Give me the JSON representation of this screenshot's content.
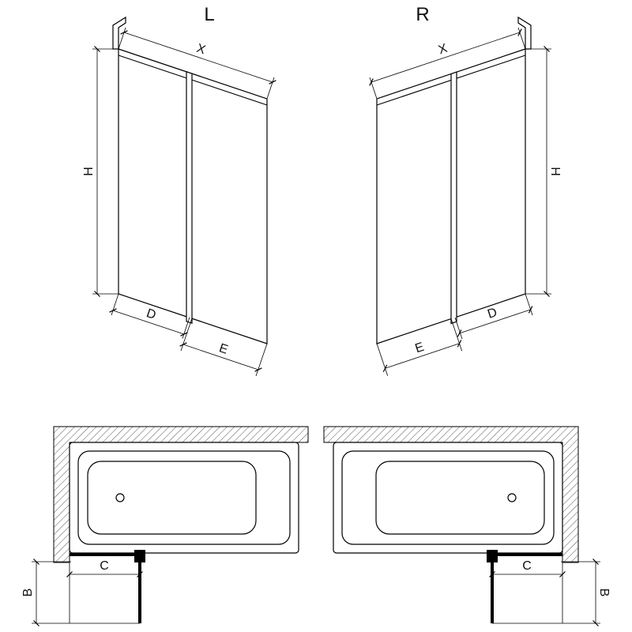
{
  "elevation_left": {
    "title": "L",
    "dims": {
      "width": "X",
      "height": "H",
      "fixed_panel": "D",
      "door_panel": "E"
    }
  },
  "elevation_right": {
    "title": "R",
    "dims": {
      "width": "X",
      "height": "H",
      "fixed_panel": "D",
      "door_panel": "E"
    }
  },
  "plan_left": {
    "dims": {
      "screen_length": "C",
      "door_projection": "B"
    }
  },
  "plan_right": {
    "dims": {
      "screen_length": "C",
      "door_projection": "B"
    }
  },
  "colors": {
    "line": "#000000",
    "background": "#ffffff"
  }
}
